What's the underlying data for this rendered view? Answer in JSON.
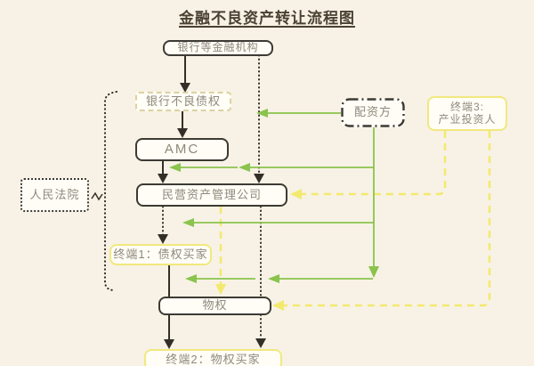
{
  "title": "金融不良资产转让流程图",
  "nodes": {
    "bank": {
      "label": "银行等金融机构"
    },
    "bank_npl": {
      "label": "银行不良债权"
    },
    "amc": {
      "label": "AMC"
    },
    "private_amc": {
      "label": "民营资产管理公司"
    },
    "court": {
      "label": "人民法院"
    },
    "financier": {
      "label": "配资方"
    },
    "terminal3": {
      "line1": "终端3:",
      "line2": "产业投资人"
    },
    "terminal1": {
      "label": "终端1：债权买家"
    },
    "property": {
      "label": "物权"
    },
    "terminal2": {
      "label": "终端2：物权买家"
    }
  },
  "colors": {
    "background": "#f7f2e5",
    "box_fill": "#fffdf6",
    "dark_border": "#3d3a33",
    "yellow_border": "#f2e87f",
    "tan_border": "#ddd1a0",
    "text_gray": "#8f897c",
    "title_color": "#4a4132",
    "green": "#8ac34d",
    "yellow": "#f3e96e",
    "line_dark": "#332f28"
  }
}
